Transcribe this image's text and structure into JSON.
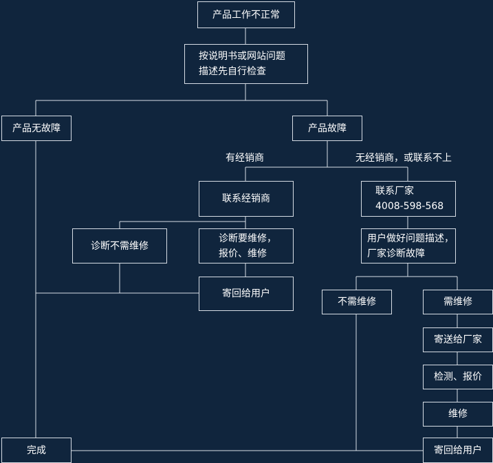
{
  "nodes": {
    "problem": "产品工作不正常",
    "self_check": [
      "按说明书或网站问题",
      "描述先自行检查"
    ],
    "no_fault": "产品无故障",
    "fault": "产品故障",
    "contact_dealer": "联系经销商",
    "contact_maker": [
      "联系厂家",
      "4008-598-568"
    ],
    "dealer_no_repair": "诊断不需维修",
    "dealer_repair": [
      "诊断要维修，",
      "报价、维修"
    ],
    "dealer_return": "寄回给用户",
    "maker_diag": [
      "用户做好问题描述，",
      "厂家诊断故障"
    ],
    "maker_no_repair": "不需维修",
    "maker_repair": "需维修",
    "ship_to_maker": "寄送给厂家",
    "inspect_quote": "检测、报价",
    "repair": "维修",
    "maker_return": "寄回给用户",
    "done": "完成"
  },
  "labels": {
    "has_dealer": "有经销商",
    "no_dealer": "无经销商，或联系不上"
  }
}
